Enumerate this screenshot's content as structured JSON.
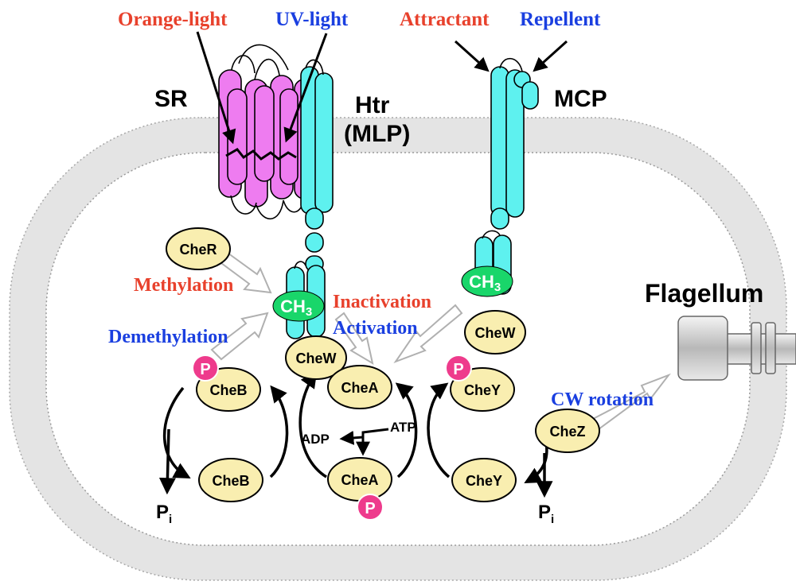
{
  "stimuli": {
    "orange_light": "Orange-light",
    "uv_light": "UV-light",
    "attractant": "Attractant",
    "repellent": "Repellent"
  },
  "receptors": {
    "sr": "SR",
    "htr_line1": "Htr",
    "htr_line2": "(MLP)",
    "mcp": "MCP"
  },
  "processes": {
    "methylation": "Methylation",
    "demethylation": "Demethylation",
    "inactivation": "Inactivation",
    "activation": "Activation",
    "cw_rotation": "CW rotation"
  },
  "proteins": {
    "cher": "CheR",
    "ch3_main": "CH",
    "ch3_main_sub": "3",
    "ch3_mcp": "CH",
    "ch3_mcp_sub": "3",
    "chew_htr": "CheW",
    "chew_mcp": "CheW",
    "chea_top": "CheA",
    "chea_bottom": "CheA",
    "cheb_p": "CheB",
    "cheb": "CheB",
    "chey_p": "CheY",
    "chey": "CheY",
    "chez": "CheZ",
    "phospho_label": "P"
  },
  "small": {
    "atp": "ATP",
    "adp": "ADP",
    "pi_left": "P",
    "pi_left_sub": "i",
    "pi_right": "P",
    "pi_right_sub": "i"
  },
  "flagellum": "Flagellum",
  "colors": {
    "red_text": "#e8412c",
    "blue_text": "#1a3fe0",
    "sr_fill": "#ee7cf0",
    "htr_fill": "#5ef1ef",
    "protein_fill": "#f9eeb0",
    "ch3_fill": "#19d66a",
    "p_fill": "#ee3b8c",
    "cell_band": "#e4e4e4"
  }
}
